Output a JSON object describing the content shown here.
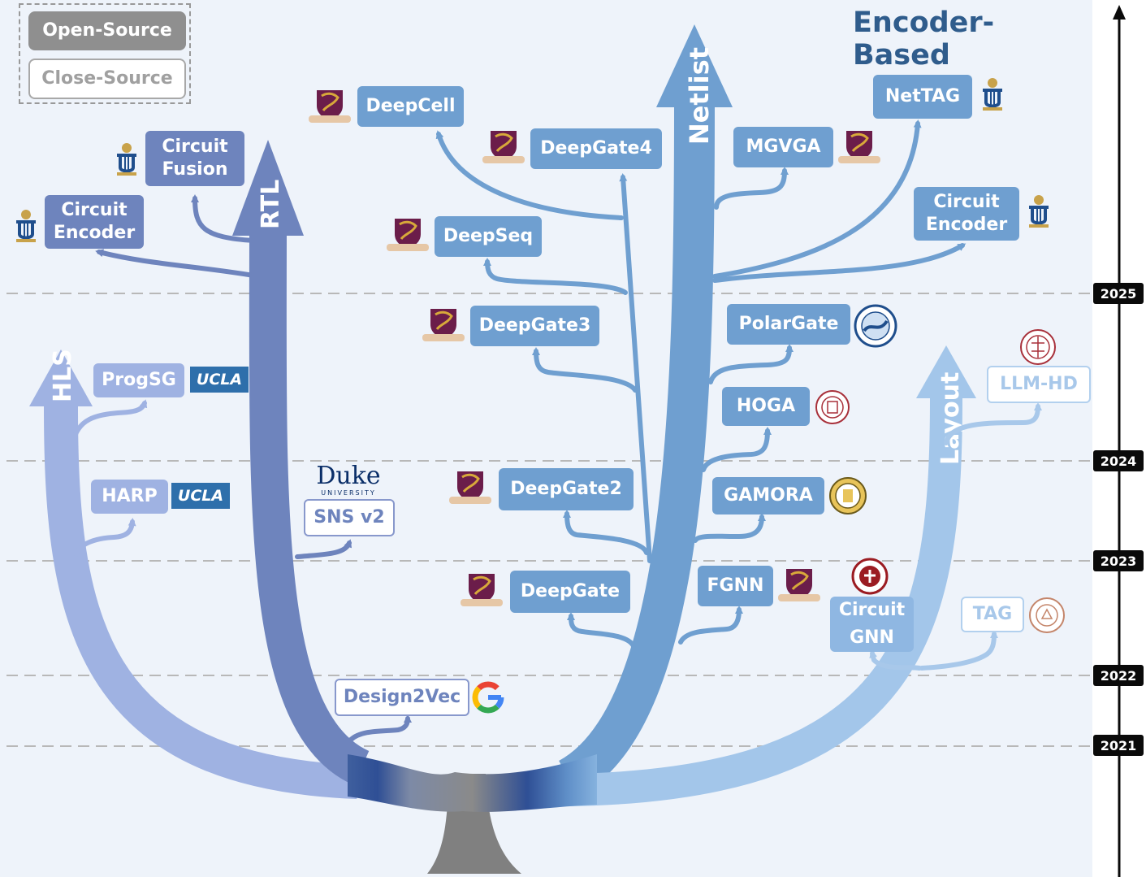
{
  "title": "Encoder-Based",
  "legend": {
    "open_label": "Open-Source",
    "close_label": "Close-Source"
  },
  "branches": {
    "hls": "HLS",
    "rtl": "RTL",
    "netlist": "Netlist",
    "layout": "Layout"
  },
  "timeline": {
    "years": [
      "2025",
      "2024",
      "2023",
      "2022",
      "2021"
    ]
  },
  "models": {
    "circuit_encoder_rtl": "Circuit Encoder",
    "circuit_fusion": "Circuit Fusion",
    "prog_sg": "ProgSG",
    "harp": "HARP",
    "sns_v2": "SNS v2",
    "design2vec": "Design2Vec",
    "deep_cell": "DeepCell",
    "deep_gate4": "DeepGate4",
    "deep_seq": "DeepSeq",
    "deep_gate3": "DeepGate3",
    "deep_gate2": "DeepGate2",
    "deep_gate": "DeepGate",
    "mgvga": "MGVGA",
    "net_tag": "NetTAG",
    "circuit_encoder_net": "Circuit Encoder",
    "polar_gate": "PolarGate",
    "hoga": "HOGA",
    "gamora": "GAMORA",
    "fgnn": "FGNN",
    "circuit_gnn": "Circuit GNN",
    "llm_hd": "LLM-HD",
    "tag": "TAG"
  },
  "logos": {
    "ucla": "UCLA",
    "duke_name": "Duke",
    "duke_sub": "UNIVERSITY"
  },
  "colors": {
    "hls": "#9fb2e2",
    "rtl": "#6e84bd",
    "netlist": "#6f9fd0",
    "layout": "#8fb7e2",
    "trunk": "#808080",
    "title": "#2f5c8c"
  }
}
